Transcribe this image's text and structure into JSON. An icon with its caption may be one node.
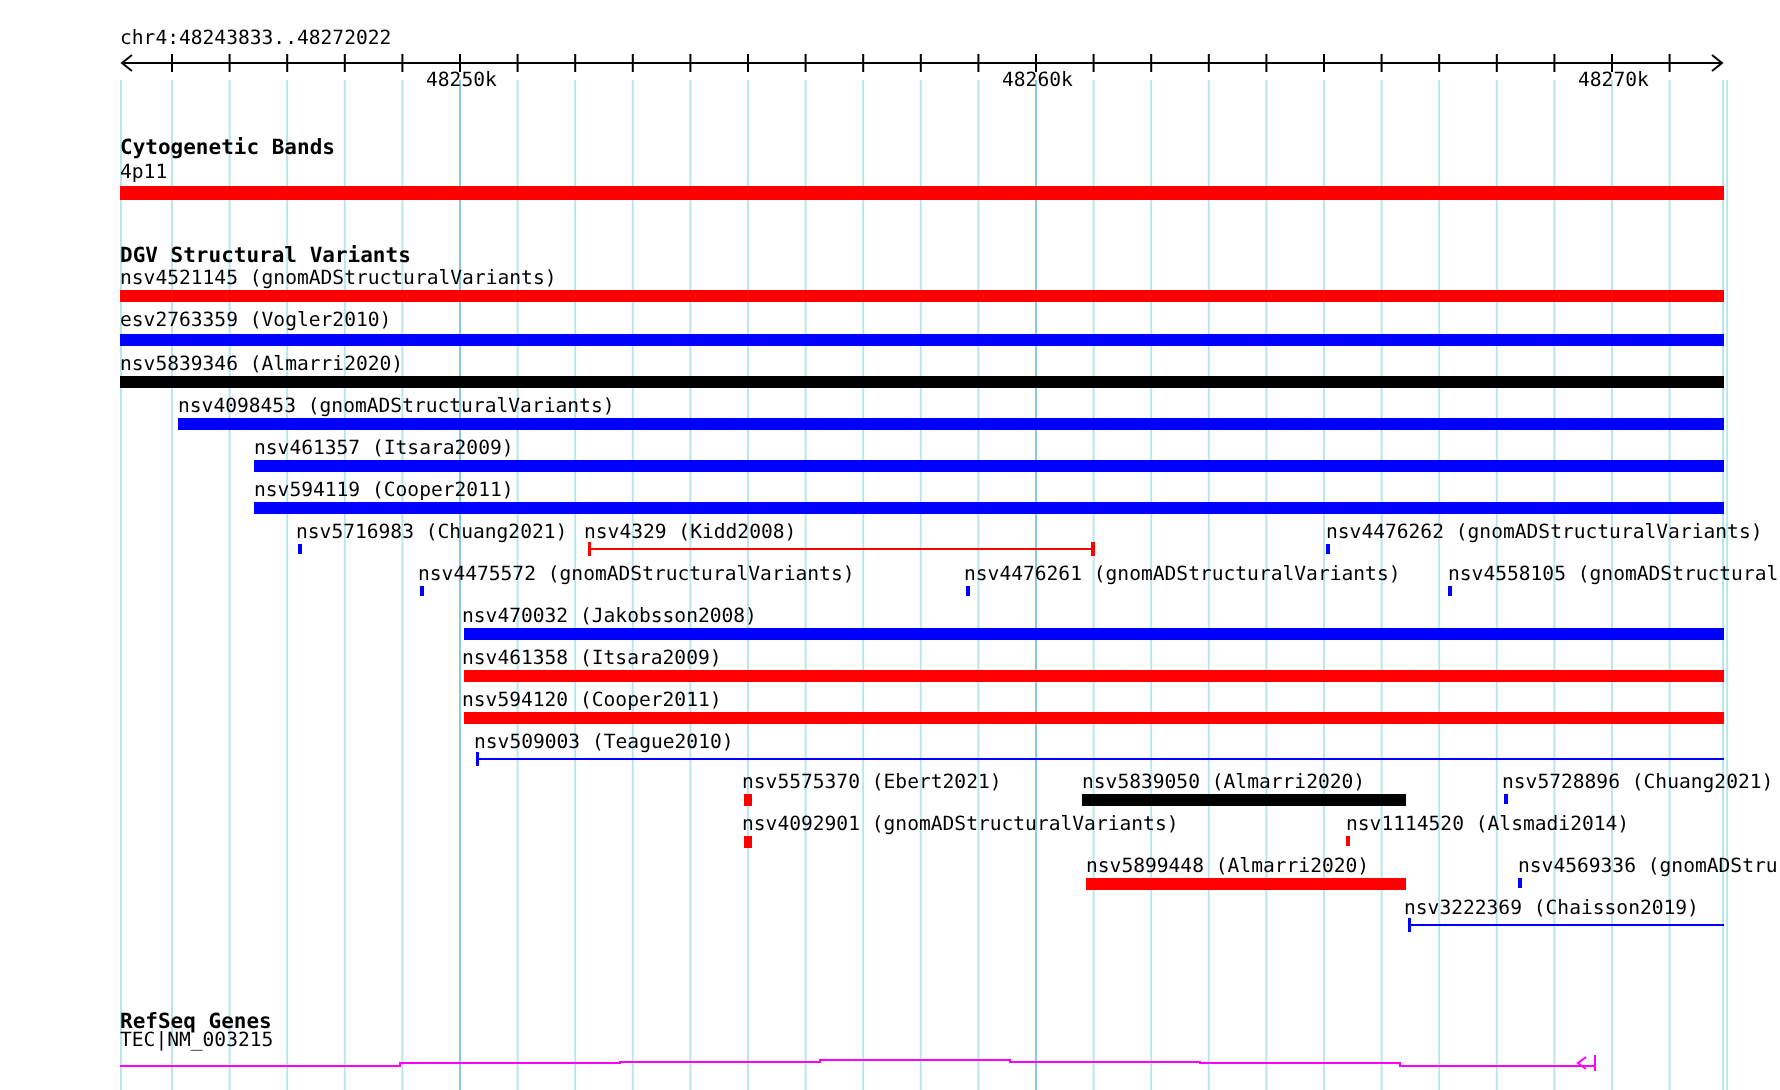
{
  "diagram": {
    "nodes": [
      {
        "text": [
          "4p11"
        ]
      },
      {
        "text": [
          "nsv4521145 (gnomADStructuralVariants)"
        ]
      },
      {
        "text": [
          "esv2763359 (Vogler2010)"
        ]
      },
      {
        "text": [
          "nsv5839346 (Almarri2020)"
        ]
      },
      {
        "text": [
          "nsv4098453 (gnomADStructuralVariants)"
        ]
      },
      {
        "text": [
          "nsv461357 (Itsara2009)"
        ]
      },
      {
        "text": [
          "nsv594119 (Cooper2011)"
        ]
      },
      {
        "text": [
          "nsv5716983 (Chuang2021)"
        ]
      },
      {
        "text": [
          "nsv4329 (Kidd2008)"
        ]
      },
      {
        "text": [
          "nsv4476262 (gnomADStructuralVariants)"
        ]
      },
      {
        "text": [
          "nsv4475572 (gnomADStructuralVariants)"
        ]
      },
      {
        "text": [
          "nsv4476261 (gnomADStructuralVariants)"
        ]
      },
      {
        "text": [
          "nsv4558105 (gnomADStructural"
        ]
      },
      {
        "text": [
          "nsv470032 (Jakobsson2008)"
        ]
      },
      {
        "text": [
          "nsv461358 (Itsara2009)"
        ]
      },
      {
        "text": [
          "nsv594120 (Cooper2011)"
        ]
      },
      {
        "text": [
          "nsv509003 (Teague2010)"
        ]
      },
      {
        "text": [
          "nsv5575370 (Ebert2021)"
        ]
      },
      {
        "text": [
          "nsv5839050 (Almarri2020)"
        ]
      },
      {
        "text": [
          "nsv5728896 (Chuang2021)"
        ]
      },
      {
        "text": [
          "nsv4092901 (gnomADStructuralVariants)"
        ]
      },
      {
        "text": [
          "nsv1114520 (Alsmadi2014)"
        ]
      },
      {
        "text": [
          "nsv5899448 (Almarri2020)"
        ]
      },
      {
        "text": [
          "nsv4569336 (gnomADStru"
        ]
      },
      {
        "text": [
          "nsv3222369 (Chaisson2019)"
        ]
      },
      {
        "text": [
          "TEC|NM_003215"
        ]
      }
    ],
    "edges": [],
    "labels": [
      "chr4:48243833..48272022",
      "48250k",
      "48260k",
      "48270k",
      "Cytogenetic Bands",
      "DGV Structural Variants",
      "RefSeq Genes"
    ]
  }
}
